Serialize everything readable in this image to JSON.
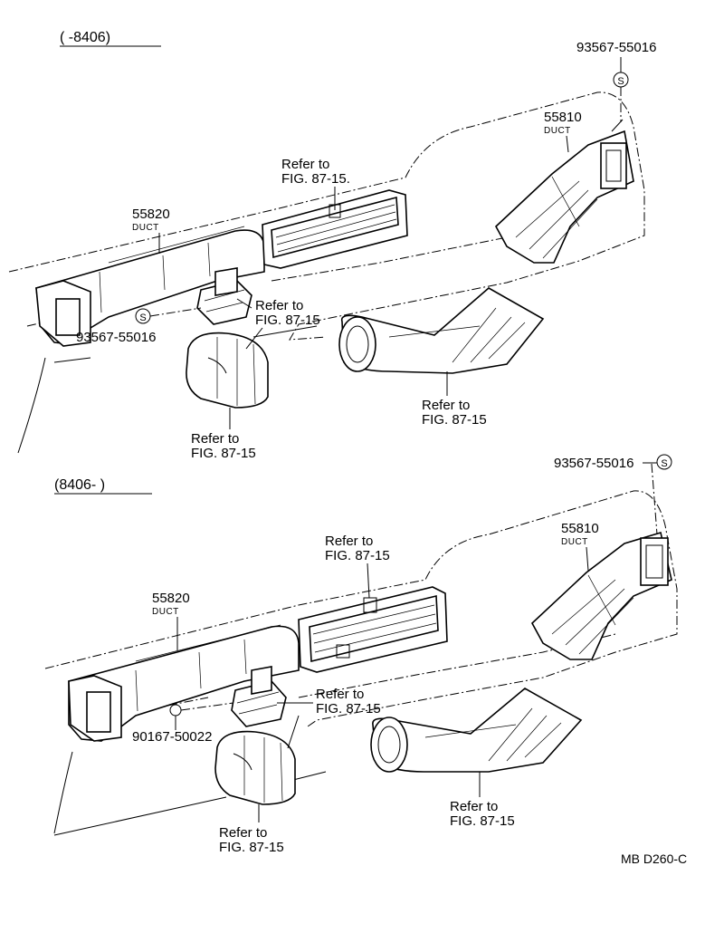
{
  "upper": {
    "range_label": "(        -8406)",
    "panel_bolt_part": "93567-55016",
    "right_duct_part": "55810",
    "right_duct_name": "DUCT",
    "refer_top_line1": "Refer to",
    "refer_top_line2": "FIG. 87-15.",
    "left_duct_part": "55820",
    "left_duct_name": "DUCT",
    "refer_mid_line1": "Refer to",
    "refer_mid_line2": "FIG. 87-15",
    "left_bolt_part": "93567-55016",
    "refer_right_line1": "Refer to",
    "refer_right_line2": "FIG. 87-15",
    "refer_bottom_line1": "Refer to",
    "refer_bottom_line2": "FIG. 87-15",
    "s_mark": "S"
  },
  "lower": {
    "range_label": "(8406-         )",
    "panel_bolt_part": "93567-55016",
    "right_duct_part": "55810",
    "right_duct_name": "DUCT",
    "refer_top_line1": "Refer to",
    "refer_top_line2": "FIG. 87-15",
    "left_duct_part": "55820",
    "left_duct_name": "DUCT",
    "refer_mid_line1": "Refer to",
    "refer_mid_line2": "FIG. 87-15",
    "clip_part": "90167-50022",
    "refer_right_line1": "Refer to",
    "refer_right_line2": "FIG. 87-15",
    "refer_bottom_line1": "Refer to",
    "refer_bottom_line2": "FIG. 87-15",
    "s_mark": "S"
  },
  "footer_code": "MB D260-C"
}
